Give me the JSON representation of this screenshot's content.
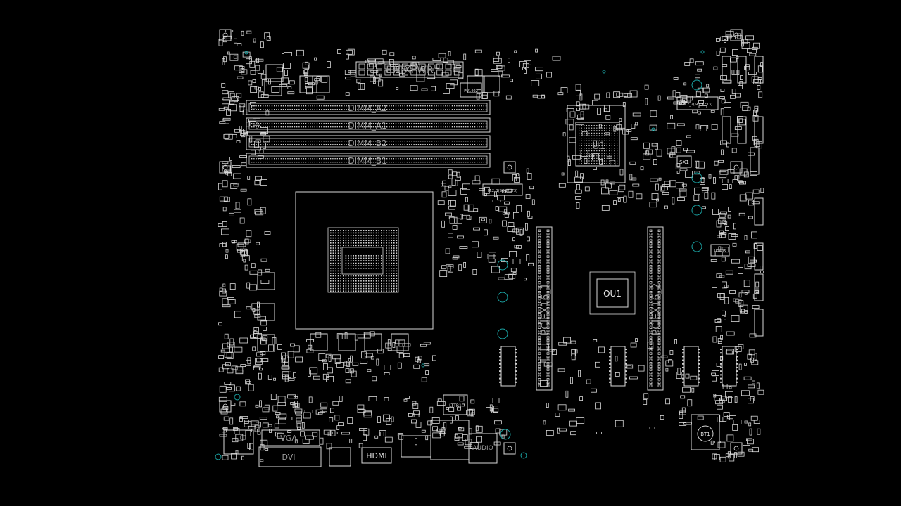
{
  "labels": {
    "atx": "EATXPWR",
    "dimm_a2": "DIMM_A2",
    "dimm_a1": "DIMM_A1",
    "dimm_b2": "DIMM_B2",
    "dimm_b1": "DIMM_B1",
    "pch": "U1",
    "m2_1": "M.2_1(SOCKET3)",
    "m2_2": "M.2_2(SOCKET3)",
    "pcie1": "PCIEX16_1",
    "pcie2": "PCIEX16_2",
    "ou1": "OU1",
    "hdmi": "HDMI",
    "vga": "VGA",
    "dvi": "DVI",
    "audio": "AUDIO",
    "lttr": "LTTR1",
    "sx1": "SX1",
    "ucc": "UCC05",
    "bat": "BT1",
    "pu": "PU1402"
  },
  "colors": {
    "background": "#000000",
    "trace": "#d8d8d8",
    "mounting_hole": "#1aa3a3"
  }
}
